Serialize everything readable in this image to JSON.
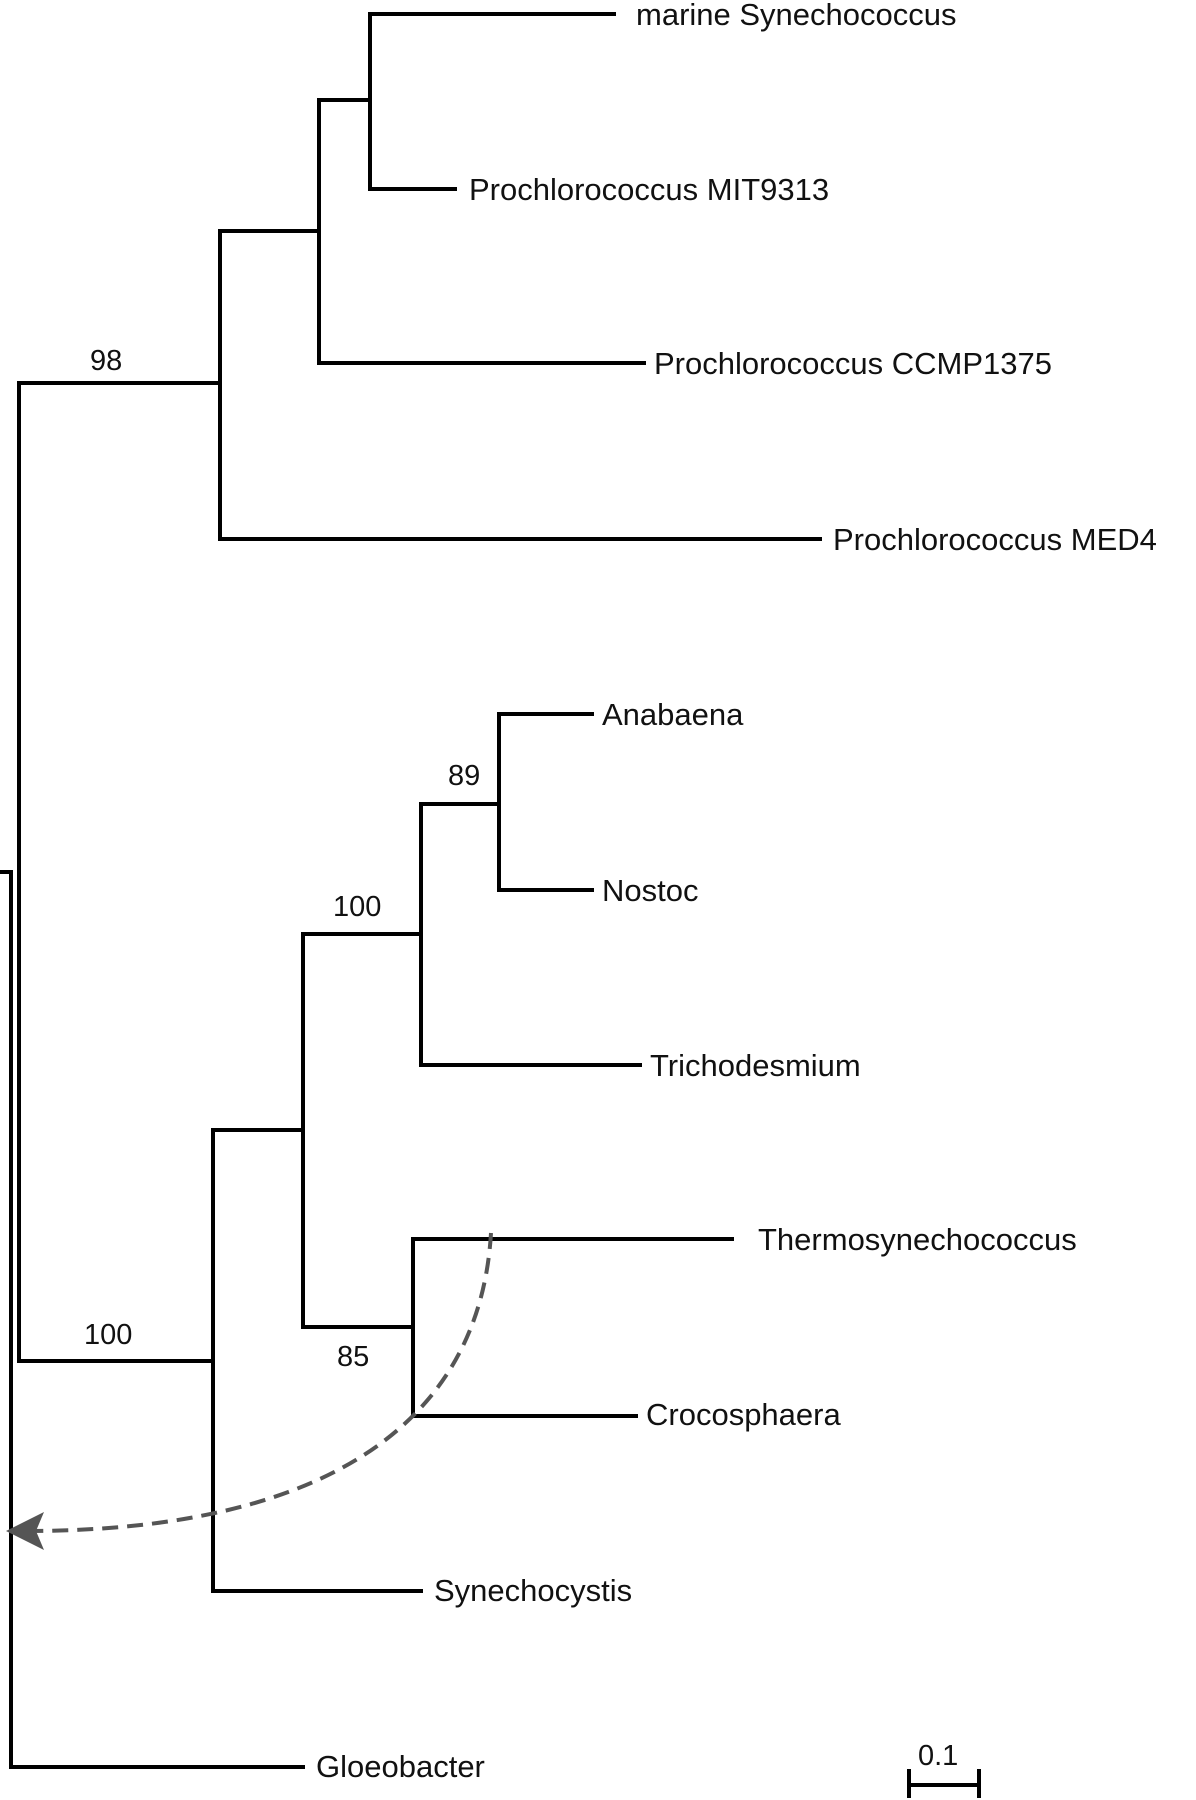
{
  "tree": {
    "taxa": [
      "marine Synechococcus",
      "Prochlorococcus MIT9313",
      "Prochlorococcus CCMP1375",
      "Prochlorococcus MED4",
      "Anabaena",
      "Nostoc",
      "Trichodesmium",
      "Thermosynechococcus",
      "Crocosphaera",
      "Synechocystis",
      "Gloeobacter"
    ],
    "bootstrap": {
      "prochlorococcus_clade": "98",
      "anabaena_nostoc": "89",
      "anabaena_nostoc_trichodesmium": "100",
      "thermo_crocosphaera": "85",
      "lower_clade": "100"
    },
    "scale_bar": {
      "label": "0.1",
      "value": 0.1
    },
    "transfer_arrow": {
      "from": "Thermosynechococcus",
      "to": "root",
      "style": "dashed",
      "color": "#555555"
    }
  }
}
